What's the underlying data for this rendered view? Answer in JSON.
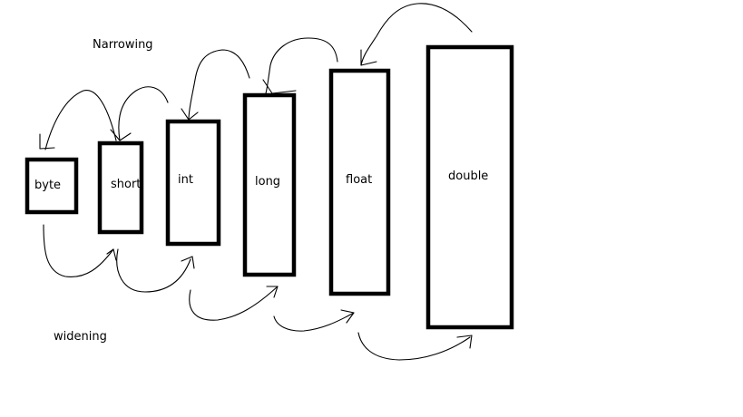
{
  "labels": {
    "narrowing": "Narrowing",
    "widening": "widening"
  },
  "types": [
    "byte",
    "short",
    "int",
    "long",
    "float",
    "double"
  ]
}
